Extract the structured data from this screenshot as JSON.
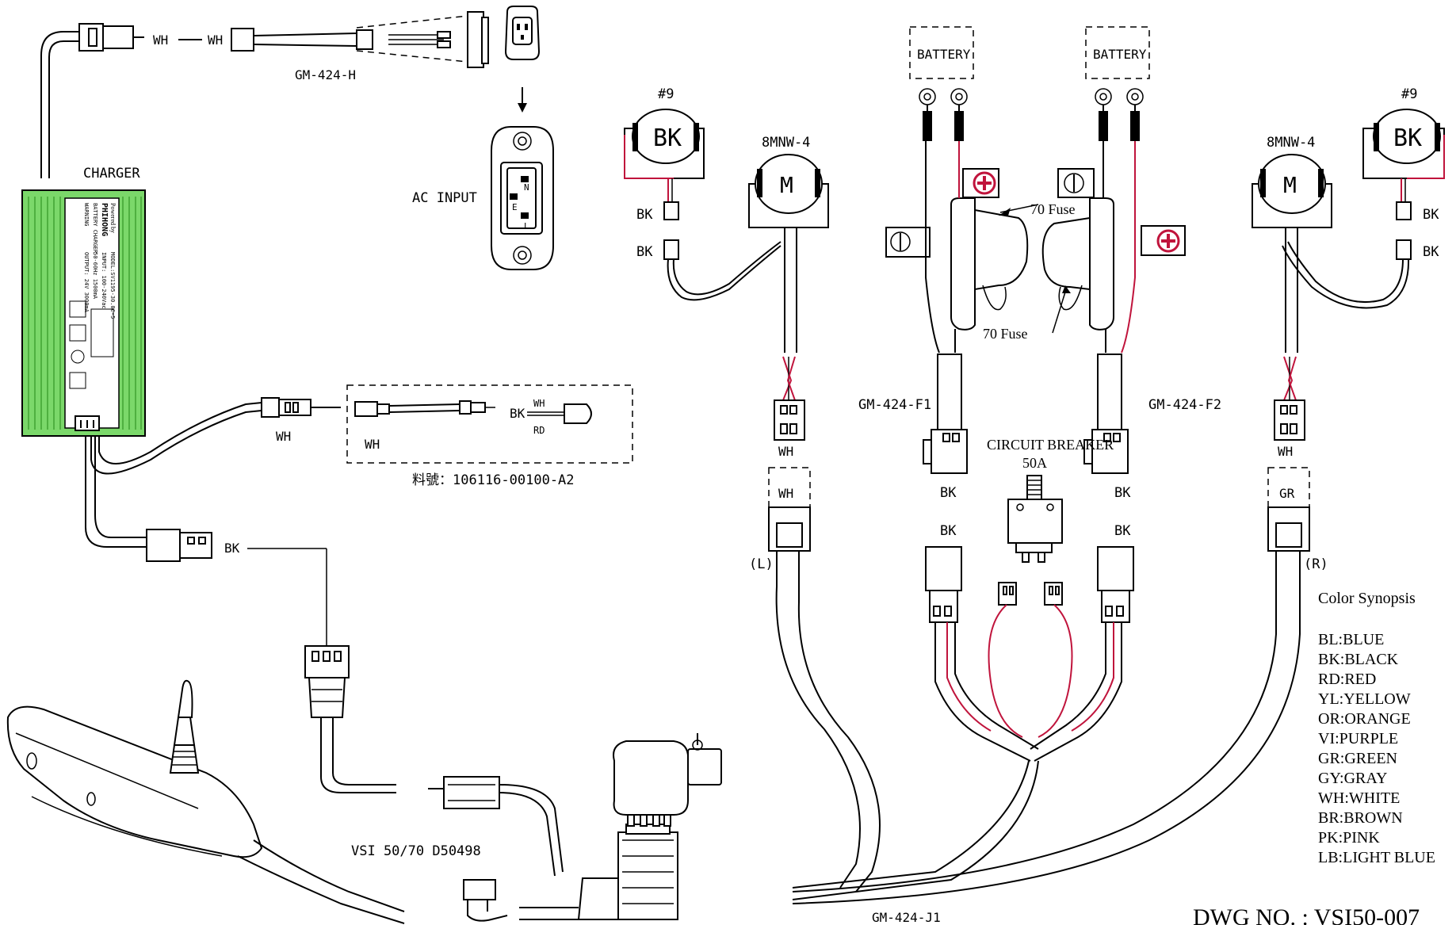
{
  "labels": {
    "wh_top_left": "WH",
    "wh_top_right": "WH",
    "gm424h": "GM-424-H",
    "charger": "CHARGER",
    "ac_input": "AC INPUT",
    "ac_n": "N",
    "ac_e": "E",
    "ac_l": "L",
    "wh_led": "WH",
    "wh_led_inner": "WH",
    "bk_led": "BK",
    "led_wh": "WH",
    "led_rd": "RD",
    "part_no": "料號：106116-00100-A2",
    "bk_charger": "BK",
    "vsi_model": "VSI 50/70 D50498",
    "gm424j1": "GM-424-J1",
    "dwg_no": "DWG NO. : VSI50-007"
  },
  "left_motor": {
    "brake_num": "#9",
    "brake_label": "BK",
    "bk1": "BK",
    "bk2": "BK",
    "model": "8MNW-4",
    "motor": "M",
    "wh_conn": "WH",
    "wh_plug": "WH",
    "side": "(L)"
  },
  "right_motor": {
    "brake_num": "#9",
    "brake_label": "BK",
    "bk1": "BK",
    "bk2": "BK",
    "model": "8MNW-4",
    "motor": "M",
    "wh_conn": "WH",
    "gr_plug": "GR",
    "side": "(R)"
  },
  "batteries": {
    "left_label": "BATTERY",
    "right_label": "BATTERY",
    "fuse_top": "70  Fuse",
    "fuse_bottom": "70  Fuse",
    "gm424f1": "GM-424-F1",
    "gm424f2": "GM-424-F2",
    "bk_f1": "BK",
    "bk_f2": "BK",
    "bk_plug1": "BK",
    "bk_plug2": "BK",
    "breaker_title": "CIRCUIT BREAKER",
    "breaker_rating": "50A"
  },
  "legend": {
    "title": "Color Synopsis",
    "items": [
      "BL:BLUE",
      "BK:BLACK",
      "RD:RED",
      "YL:YELLOW",
      "OR:ORANGE",
      "VI:PURPLE",
      "GR:GREEN",
      "GY:GRAY",
      "WH:WHITE",
      "BR:BROWN",
      "PK:PINK",
      "LB:LIGHT BLUE"
    ]
  },
  "charger_label": {
    "lines": [
      "Powered by",
      "PHIHONG",
      "MODEL:SV1195-30.0C-5",
      "BATTERY CHARGER",
      "INPUT: 100-240Vac",
      "50-60Hz  1500mA",
      "OUTPUT: 24V  3000mA",
      "WARNING"
    ]
  },
  "colors": {
    "charger_green": "#7bd86a",
    "charger_stripe": "#5fc24f",
    "wire_red": "#c0143c"
  }
}
